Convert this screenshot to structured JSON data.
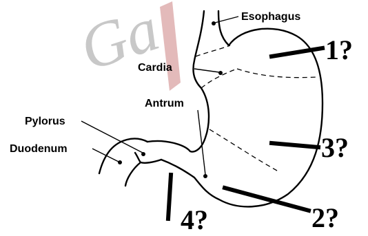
{
  "watermark": "Ga",
  "labels": {
    "esophagus": "Esophagus",
    "cardia": "Cardia",
    "antrum": "Antrum",
    "pylorus": "Pylorus",
    "duodenum": "Duodenum"
  },
  "questions": {
    "q1": "1?",
    "q2": "2?",
    "q3": "3?",
    "q4": "4?"
  },
  "colors": {
    "line": "#000000",
    "watermark_text": "#c8c8c8",
    "watermark_stroke": "#d9a3a3"
  }
}
